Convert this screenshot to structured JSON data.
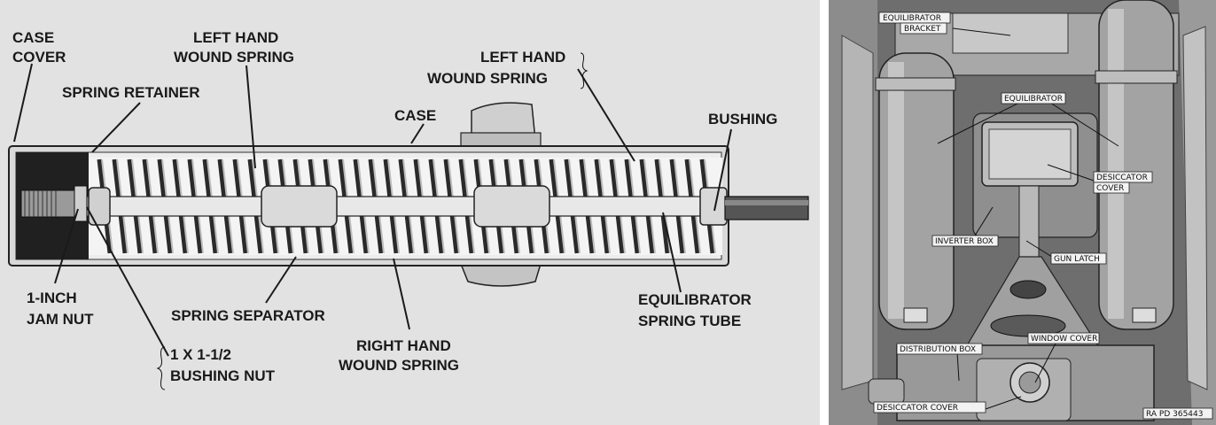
{
  "left_figure": {
    "labels": {
      "case_cover": [
        "CASE",
        "COVER"
      ],
      "left_hand_wound_spring_1": [
        "LEFT HAND",
        "WOUND SPRING"
      ],
      "spring_retainer": "SPRING RETAINER",
      "case": "CASE",
      "left_hand_wound_spring_2": [
        "LEFT HAND",
        "WOUND SPRING"
      ],
      "bushing": "BUSHING",
      "jam_nut": [
        "1-INCH",
        "JAM NUT"
      ],
      "spring_separator": "SPRING SEPARATOR",
      "right_hand_wound_spring": [
        "RIGHT HAND",
        "WOUND SPRING"
      ],
      "equilibrator_spring_tube": [
        "EQUILIBRATOR",
        "SPRING TUBE"
      ],
      "bushing_nut": [
        "1 X 1-1/2",
        "BUSHING NUT"
      ]
    }
  },
  "right_figure": {
    "labels": {
      "equilibrator_bracket": [
        "EQUILIBRATOR",
        "BRACKET"
      ],
      "equilibrator": "EQUILIBRATOR",
      "desiccator_cover_top": [
        "DESICCATOR",
        "COVER"
      ],
      "inverter_box": "INVERTER BOX",
      "gun_latch": "GUN LATCH",
      "distribution_box": "DISTRIBUTION BOX",
      "window_cover": "WINDOW COVER",
      "desiccator_cover_bottom": "DESICCATOR COVER",
      "ra_pd": "RA PD  365443"
    }
  }
}
